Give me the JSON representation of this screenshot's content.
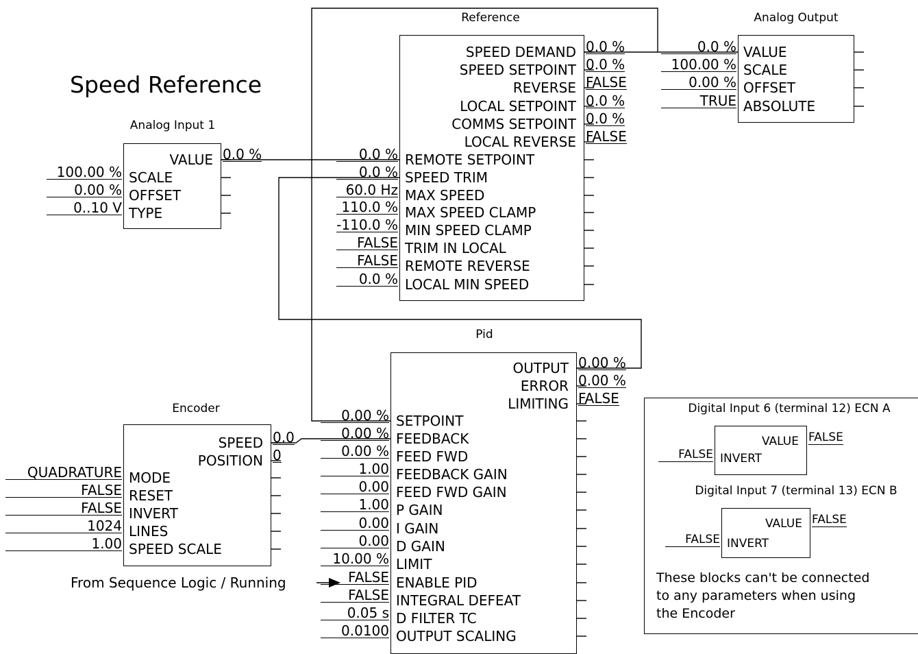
{
  "diagram_title": "Speed Reference",
  "blocks": {
    "analog_input_1": {
      "name": "Analog Input 1",
      "outputs": [
        {
          "label": "VALUE",
          "value": "0.0 %"
        }
      ],
      "inputs": [
        {
          "label": "SCALE",
          "value": "100.00 %"
        },
        {
          "label": "OFFSET",
          "value": "0.00 %"
        },
        {
          "label": "TYPE",
          "value": "0..10 V"
        }
      ]
    },
    "reference": {
      "name": "Reference",
      "outputs": [
        {
          "label": "SPEED DEMAND",
          "value": "0.0 %"
        },
        {
          "label": "SPEED SETPOINT",
          "value": "0.0 %"
        },
        {
          "label": "REVERSE",
          "value": "FALSE"
        },
        {
          "label": "LOCAL SETPOINT",
          "value": "0.0 %"
        },
        {
          "label": "COMMS SETPOINT",
          "value": "0.0 %"
        },
        {
          "label": "LOCAL REVERSE",
          "value": "FALSE"
        }
      ],
      "inputs": [
        {
          "label": "REMOTE SETPOINT",
          "value": "0.0 %"
        },
        {
          "label": "SPEED TRIM",
          "value": "0.0 %"
        },
        {
          "label": "MAX SPEED",
          "value": "60.0 Hz"
        },
        {
          "label": "MAX SPEED CLAMP",
          "value": "110.0 %"
        },
        {
          "label": "MIN SPEED CLAMP",
          "value": "-110.0 %"
        },
        {
          "label": "TRIM IN LOCAL",
          "value": "FALSE"
        },
        {
          "label": "REMOTE REVERSE",
          "value": "FALSE"
        },
        {
          "label": "LOCAL MIN SPEED",
          "value": "0.0 %"
        }
      ]
    },
    "analog_output": {
      "name": "Analog Output",
      "inputs": [
        {
          "label": "VALUE",
          "value": "0.0 %"
        },
        {
          "label": "SCALE",
          "value": "100.00 %"
        },
        {
          "label": "OFFSET",
          "value": "0.00 %"
        },
        {
          "label": "ABSOLUTE",
          "value": "TRUE"
        }
      ]
    },
    "pid": {
      "name": "Pid",
      "outputs": [
        {
          "label": "OUTPUT",
          "value": "0.00 %"
        },
        {
          "label": "ERROR",
          "value": "0.00 %"
        },
        {
          "label": "LIMITING",
          "value": "FALSE"
        }
      ],
      "inputs": [
        {
          "label": "SETPOINT",
          "value": "0.00 %"
        },
        {
          "label": "FEEDBACK",
          "value": "0.00 %"
        },
        {
          "label": "FEED FWD",
          "value": "0.00 %"
        },
        {
          "label": "FEEDBACK GAIN",
          "value": "1.00"
        },
        {
          "label": "FEED FWD GAIN",
          "value": "0.00"
        },
        {
          "label": "P GAIN",
          "value": "1.00"
        },
        {
          "label": "I GAIN",
          "value": "0.00"
        },
        {
          "label": "D GAIN",
          "value": "0.00"
        },
        {
          "label": "LIMIT",
          "value": "10.00 %"
        },
        {
          "label": "ENABLE PID",
          "value": "FALSE"
        },
        {
          "label": "INTEGRAL DEFEAT",
          "value": "FALSE"
        },
        {
          "label": "D FILTER TC",
          "value": "0.05 s"
        },
        {
          "label": "OUTPUT SCALING",
          "value": "0.0100"
        }
      ]
    },
    "encoder": {
      "name": "Encoder",
      "outputs": [
        {
          "label": "SPEED",
          "value": "0.0"
        },
        {
          "label": "POSITION",
          "value": "0"
        }
      ],
      "inputs": [
        {
          "label": "MODE",
          "value": "QUADRATURE"
        },
        {
          "label": "RESET",
          "value": "FALSE"
        },
        {
          "label": "INVERT",
          "value": "FALSE"
        },
        {
          "label": "LINES",
          "value": "1024"
        },
        {
          "label": "SPEED SCALE",
          "value": "1.00"
        }
      ]
    },
    "digital_input_6": {
      "name": "Digital Input 6 (terminal 12)  ECN A",
      "outputs": [
        {
          "label": "VALUE",
          "value": "FALSE"
        }
      ],
      "inputs": [
        {
          "label": "INVERT",
          "value": "FALSE"
        }
      ]
    },
    "digital_input_7": {
      "name": "Digital Input 7 (terminal 13)  ECN B",
      "outputs": [
        {
          "label": "VALUE",
          "value": "FALSE"
        }
      ],
      "inputs": [
        {
          "label": "INVERT",
          "value": "FALSE"
        }
      ]
    }
  },
  "external_signal": "From Sequence Logic / Running",
  "note": {
    "lines": [
      "These blocks can't be connected",
      "to any parameters when using",
      "the Encoder"
    ]
  }
}
